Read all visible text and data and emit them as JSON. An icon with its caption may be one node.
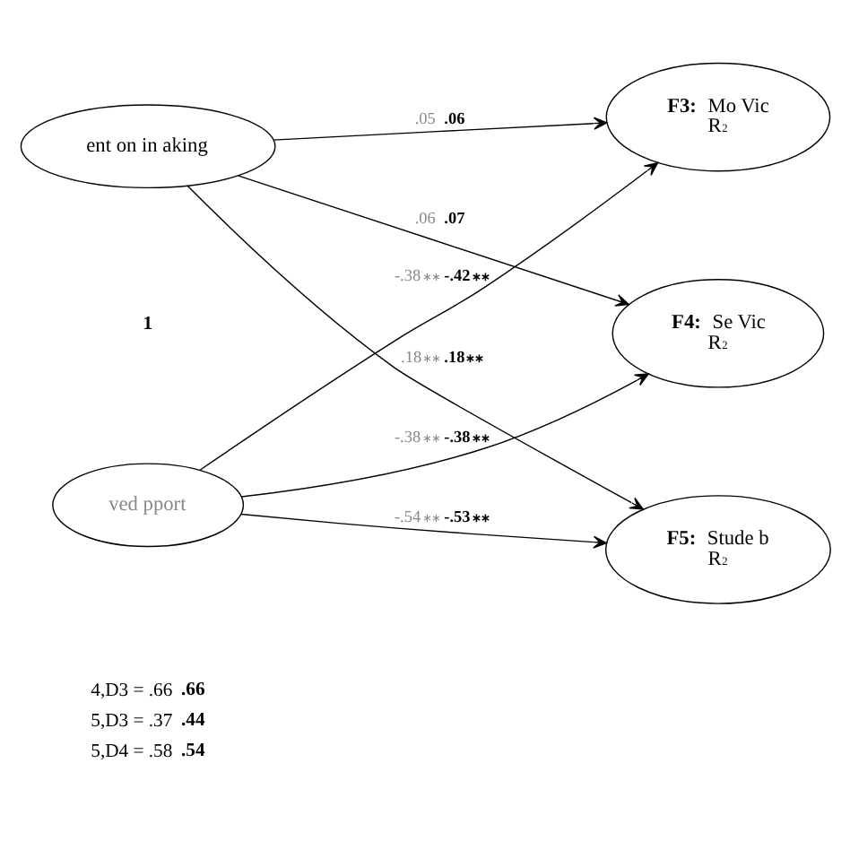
{
  "diagram": {
    "nodes": [
      {
        "text": [
          "ent on in aking"
        ]
      },
      {
        "text": [
          "ved pport"
        ]
      },
      {
        "text": [
          "**F3:** Mo Vic",
          "R$^{2}$"
        ]
      },
      {
        "text": [
          "**F4:** Se Vic",
          "R$^{2}$"
        ]
      },
      {
        "text": [
          "**F5:** Stude b",
          "R$^{2}$"
        ]
      }
    ],
    "edges": [
      {
        "from": 0,
        "to": 2,
        "arrow": "to",
        "label": ".05 **.06**"
      },
      {
        "from": 0,
        "to": 3,
        "arrow": "to",
        "label": ".06 **.07**"
      },
      {
        "from": 0,
        "to": 4,
        "arrow": "to",
        "label": ".18$^{∗∗}$ **.18$^{∗∗}$**"
      },
      {
        "from": 1,
        "to": 2,
        "arrow": "to",
        "label": "-.38$^{∗∗}$ **-.42$^{∗∗}$**"
      },
      {
        "from": 1,
        "to": 3,
        "arrow": "to",
        "label": "-.38$^{∗∗}$ **-.38$^{∗∗}$**"
      },
      {
        "from": 1,
        "to": 4,
        "arrow": "to",
        "label": "-.54$^{∗∗}$ **-.53$^{∗∗}$**"
      }
    ],
    "labels": [
      "**1**",
      "4,D3 = .66",
      "**.66**",
      "5,D3 = .37",
      "**.44**",
      "5,D4 = .58",
      "**.54**"
    ]
  }
}
